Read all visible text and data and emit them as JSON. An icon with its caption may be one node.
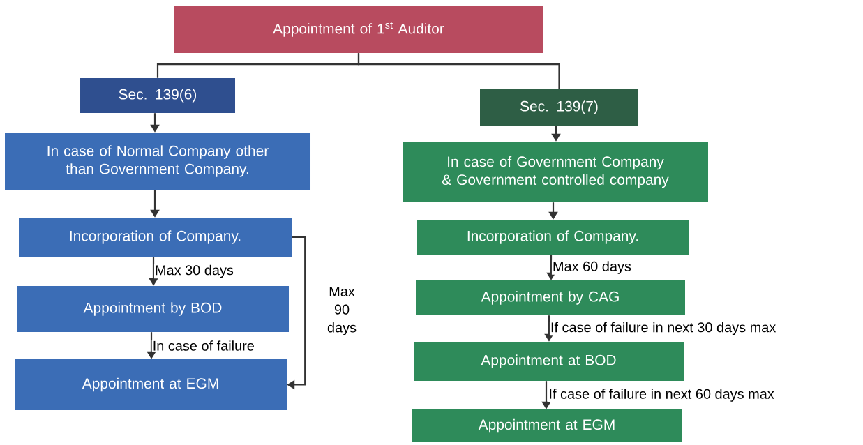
{
  "diagram": {
    "nodes": [
      {
        "text": [
          "Appointment of 1$^{st}$ Auditor"
        ]
      },
      {
        "text": [
          "Sec. 139(6)"
        ]
      },
      {
        "text": [
          "In case of Normal Company other than Government Company."
        ]
      },
      {
        "text": [
          "Incorporation of Company."
        ]
      },
      {
        "text": [
          "Appointment by BOD"
        ]
      },
      {
        "text": [
          "Appointment at EGM"
        ]
      },
      {
        "text": [
          "Sec. 139(7)"
        ]
      },
      {
        "text": [
          "In case of Government Company & Government controlled company"
        ]
      },
      {
        "text": [
          "Incorporation of Company."
        ]
      },
      {
        "text": [
          "Appointment by CAG"
        ]
      },
      {
        "text": [
          "Appointment at BOD"
        ]
      },
      {
        "text": [
          "Appointment at EGM"
        ]
      }
    ],
    "edges": [
      {
        "from": 0,
        "to": 1,
        "arrow": "none"
      },
      {
        "from": 0,
        "to": 6,
        "arrow": "none"
      },
      {
        "from": 1,
        "to": 2,
        "arrow": "to"
      },
      {
        "from": 2,
        "to": 3,
        "arrow": "to"
      },
      {
        "from": 3,
        "to": 4,
        "arrow": "to",
        "label": "Max 30 days"
      },
      {
        "from": 4,
        "to": 5,
        "arrow": "to",
        "label": "In case of failure"
      },
      {
        "from": 3,
        "to": 5,
        "arrow": "to",
        "label": "Max 90 days"
      },
      {
        "from": 6,
        "to": 7,
        "arrow": "to"
      },
      {
        "from": 7,
        "to": 8,
        "arrow": "to"
      },
      {
        "from": 8,
        "to": 9,
        "arrow": "to",
        "label": "Max 60 days"
      },
      {
        "from": 9,
        "to": 10,
        "arrow": "to",
        "label": "If case of failure in next 30 days max"
      },
      {
        "from": 10,
        "to": 11,
        "arrow": "to",
        "label": "If case of failure in next 60 days max"
      }
    ]
  }
}
